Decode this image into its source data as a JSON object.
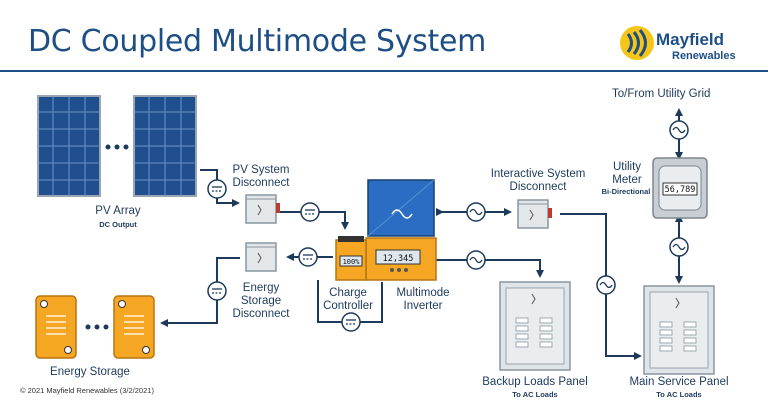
{
  "title": "DC Coupled Multimode System",
  "logo": {
    "line1": "Mayfield",
    "line2": "Renewables"
  },
  "labels": {
    "grid": "To/From Utility Grid",
    "pv_array": "PV Array",
    "pv_array_sub": "DC Output",
    "pv_disconnect_1": "PV System",
    "pv_disconnect_2": "Disconnect",
    "ess_disconnect_1": "Energy",
    "ess_disconnect_2": "Storage",
    "ess_disconnect_3": "Disconnect",
    "charge_controller_1": "Charge",
    "charge_controller_2": "Controller",
    "inverter_1": "Multimode",
    "inverter_2": "Inverter",
    "interactive_disconnect_1": "Interactive System",
    "interactive_disconnect_2": "Disconnect",
    "meter_1": "Utility",
    "meter_2": "Meter",
    "meter_sub": "Bi-Directional",
    "energy_storage": "Energy Storage",
    "backup_panel": "Backup Loads Panel",
    "backup_panel_sub": "To AC Loads",
    "main_panel": "Main Service Panel",
    "main_panel_sub": "To AC Loads",
    "copyright": "© 2021 Mayfield Renewables (3/2/2021)"
  },
  "displays": {
    "charge_controller": "100%",
    "inverter": "12,345",
    "meter": "56,789"
  },
  "colors": {
    "brand_blue": "#1e4f84",
    "line": "#1d3a5c",
    "orange": "#f5a623",
    "panel_blue": "#1f5fa8",
    "gray": "#dfe4e8"
  }
}
